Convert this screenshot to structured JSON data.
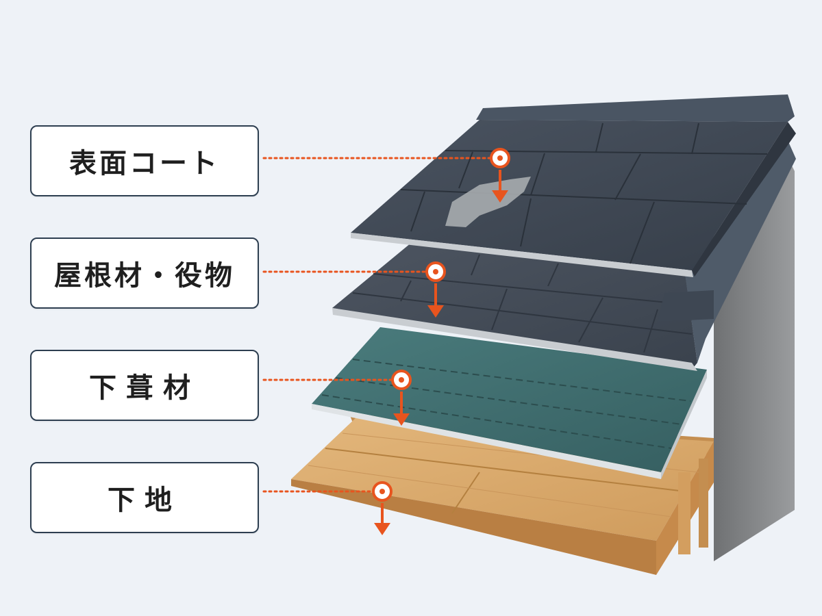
{
  "layers": [
    {
      "id": "surface-coat",
      "label": "表面コート"
    },
    {
      "id": "roofing-trim",
      "label": "屋根材・役物"
    },
    {
      "id": "underlayment",
      "label": "下葺材"
    },
    {
      "id": "substrate",
      "label": "下地"
    }
  ],
  "colors": {
    "background": "#eef2f7",
    "label_border": "#2d3e50",
    "accent": "#e8541e",
    "slate": "#3e4753",
    "underlayment": "#3f6f70",
    "wood": "#d9a86a",
    "wall": "#8a8c8e"
  }
}
